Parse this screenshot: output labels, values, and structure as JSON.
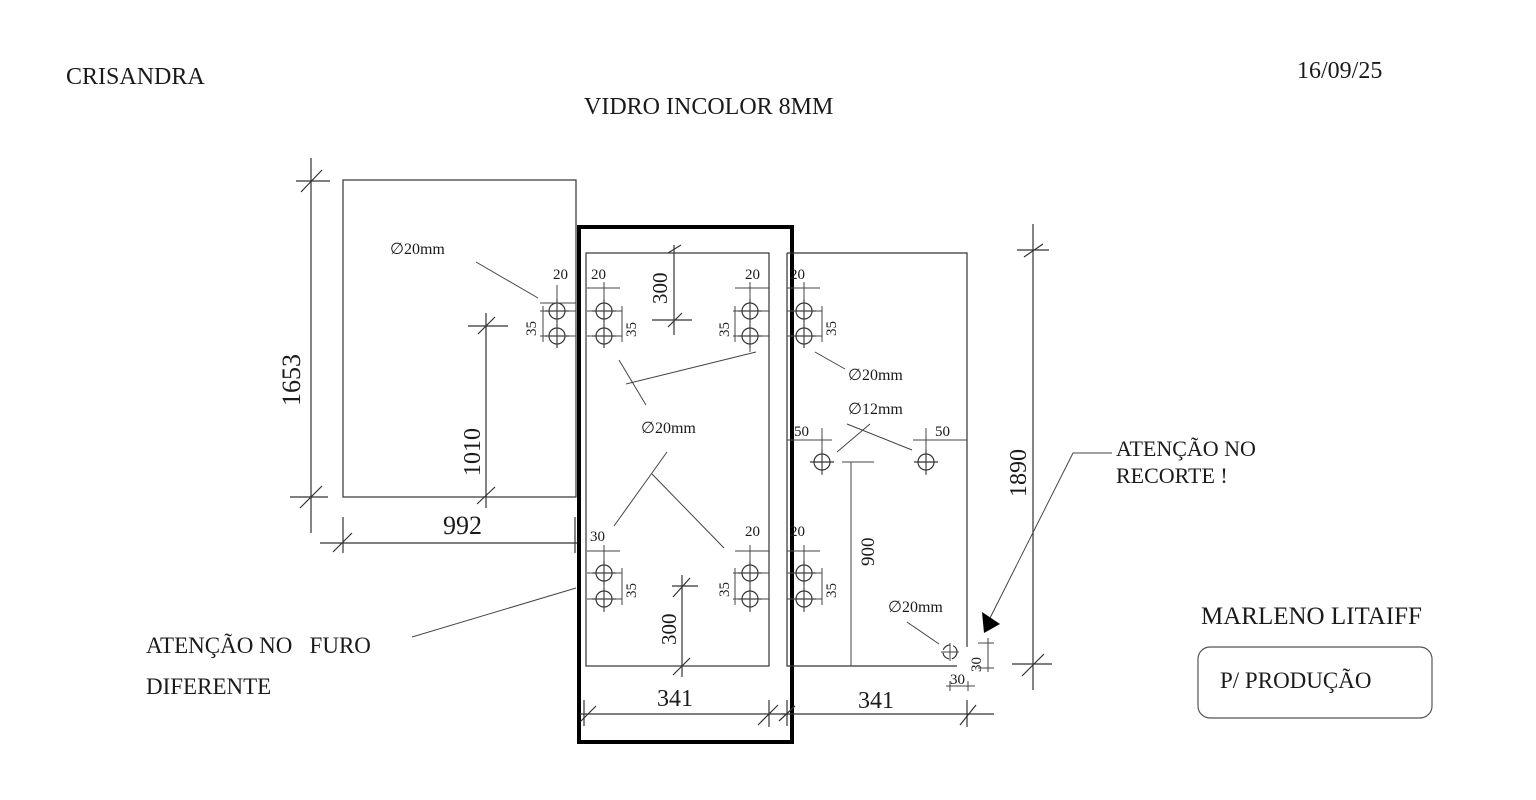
{
  "header": {
    "client": "CRISANDRA",
    "date": "16/09/25",
    "material": "VIDRO INCOLOR 8MM"
  },
  "footer": {
    "designer": "MARLENO LITAIFF",
    "stamp": "P/ PRODUÇÃO"
  },
  "notes": {
    "hole_note_line1": "ATENÇÃO NO   FURO",
    "hole_note_line2": "DIFERENTE",
    "cutout_note_line1": "ATENÇÃO NO",
    "cutout_note_line2": "RECORTE !"
  },
  "panels": [
    {
      "id": "left",
      "width": "992",
      "height": "1653",
      "hole_height": "1010",
      "hole_label": "∅20mm",
      "edge_offset": "20",
      "hole_spacing": "35"
    },
    {
      "id": "center",
      "width": "341",
      "top_hole_offset": "300",
      "bottom_hole_offset": "300",
      "hole_label": "∅20mm",
      "top_left_edge": "20",
      "top_right_edge": "20",
      "bottom_left_edge": "30",
      "bottom_right_edge": "20",
      "hole_spacing": "35"
    },
    {
      "id": "right",
      "width": "341",
      "height": "1890",
      "hole_label_top": "∅20mm",
      "hole_label_small": "∅12mm",
      "hole_label_cutout": "∅20mm",
      "top_edge": "20",
      "bottom_edge": "20",
      "small_left_edge": "50",
      "small_right_edge": "50",
      "small_hole_height": "900",
      "hole_spacing": "35",
      "cutout_w": "30",
      "cutout_h": "30"
    }
  ]
}
